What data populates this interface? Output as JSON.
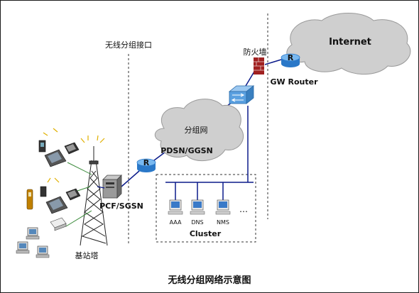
{
  "labels": {
    "air_interface": "无线分组接口",
    "firewall": "防火墙",
    "gw_router": "GW Router",
    "internet": "Internet",
    "packet_network": "分组网",
    "pdsn_ggsn": "PDSN/GGSN",
    "pcf_sgsn": "PCF/SGSN",
    "base_station": "基站塔",
    "cluster": "Cluster",
    "aaa": "AAA",
    "dns": "DNS",
    "nms": "NMS",
    "ellipsis": "…",
    "router_mark": "R",
    "caption": "无线分组网络示意图"
  },
  "colors": {
    "cloud": "#cfcfcf",
    "router_body": "#2a78c8",
    "router_top": "#78b8f0",
    "switch": "#5aa0e0",
    "link": "#0a1a8a",
    "wireless": "#3a8a3a",
    "firewall": "#a02020",
    "dashed": "#333333"
  },
  "icons": [
    "cloud-icon",
    "router-icon",
    "switch-icon",
    "firewall-icon",
    "server-icon",
    "antenna-tower-icon",
    "laptop-icon",
    "pda-icon",
    "phone-icon",
    "desktop-computer-icon",
    "computer-icon"
  ]
}
